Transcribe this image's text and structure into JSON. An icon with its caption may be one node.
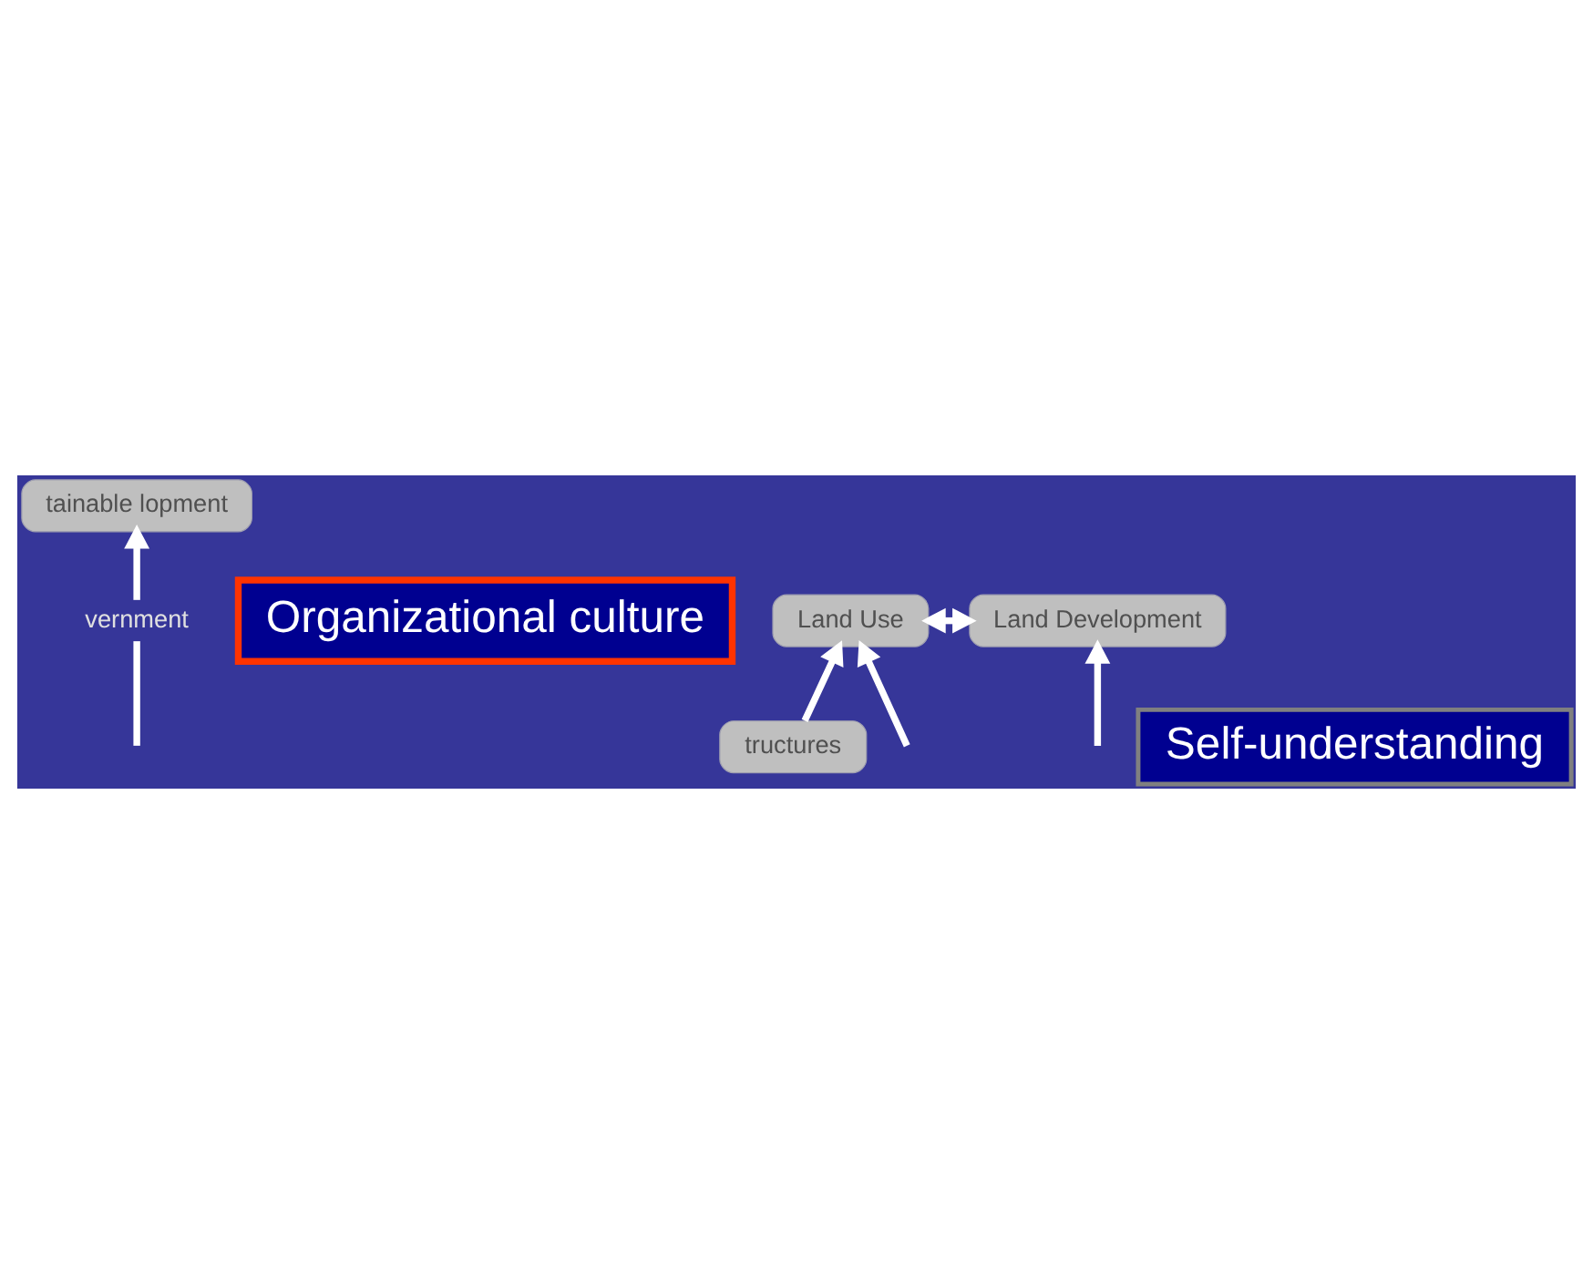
{
  "diagram": {
    "nodes": [
      {
        "text": [
          "tainable lopment"
        ]
      },
      {
        "text": [
          "vernment"
        ]
      },
      {
        "text": [
          "Organizational culture"
        ]
      },
      {
        "text": [
          "Land Use"
        ]
      },
      {
        "text": [
          "Land Development"
        ]
      },
      {
        "text": [
          "Self-understanding"
        ]
      },
      {
        "text": [
          "tructures"
        ]
      }
    ],
    "edges": [
      {
        "from": 1,
        "to": 0,
        "arrow": "to"
      },
      {
        "from": null,
        "to": 1,
        "arrow": "none"
      },
      {
        "from": null,
        "to": 3,
        "arrow": "to"
      },
      {
        "from": 3,
        "to": 4,
        "arrow": "both"
      },
      {
        "from": 6,
        "to": 3,
        "arrow": "to"
      },
      {
        "from": null,
        "to": 4,
        "arrow": "to"
      }
    ]
  }
}
